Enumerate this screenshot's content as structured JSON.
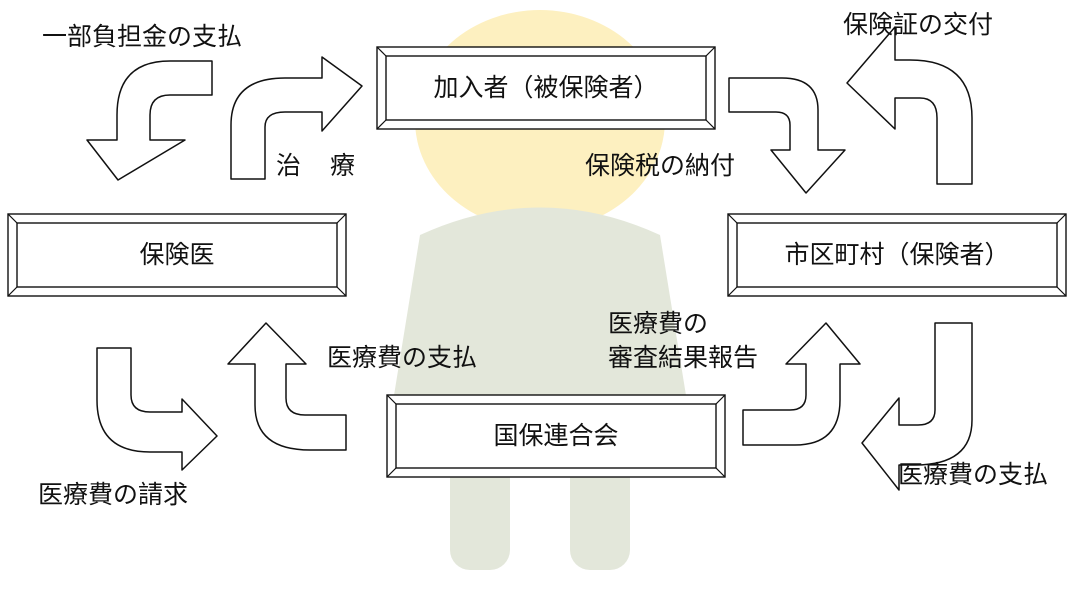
{
  "colors": {
    "stroke": "#111111",
    "box_fill": "#ffffff",
    "watermark_yellow": "#fdf0c0",
    "watermark_green": "#e3e7da"
  },
  "watermark": {
    "icon": "mascot-watermark"
  },
  "nodes": {
    "insured": "加入者（被保険者）",
    "doctor": "保険医",
    "municipality": "市区町村（保険者）",
    "federation": "国保連合会"
  },
  "flows": {
    "copay": "一部負担金の支払",
    "treatment": "治　療",
    "tax": "保険税の納付",
    "card": "保険証の交付",
    "medical_payment_left": "医療費の支払",
    "review_line1": "医療費の",
    "review_line2": "審査結果報告",
    "claim": "医療費の請求",
    "medical_payment_right": "医療費の支払"
  }
}
